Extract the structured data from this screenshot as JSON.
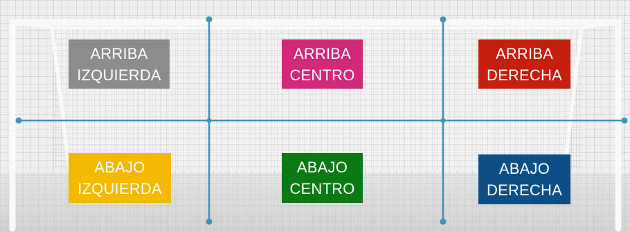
{
  "colors": {
    "grid_line": "#3e95b8",
    "post": "#fafafa",
    "net": "#c9c9c9"
  },
  "zones": {
    "top_left": {
      "line1": "ARRIBA",
      "line2": "IZQUIERDA",
      "color": "#8c8c8c"
    },
    "top_center": {
      "line1": "ARRIBA",
      "line2": "CENTRO",
      "color": "#d12877"
    },
    "top_right": {
      "line1": "ARRIBA",
      "line2": "DERECHA",
      "color": "#c51e0e"
    },
    "bottom_left": {
      "line1": "ABAJO",
      "line2": "IZQUIERDA",
      "color": "#f3b800"
    },
    "bottom_center": {
      "line1": "ABAJO",
      "line2": "CENTRO",
      "color": "#0b7a14"
    },
    "bottom_right": {
      "line1": "ABAJO",
      "line2": "DERECHA",
      "color": "#0d4e85"
    }
  }
}
